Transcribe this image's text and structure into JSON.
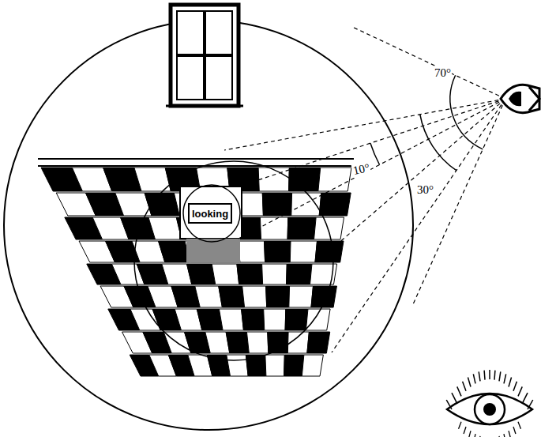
{
  "diagram": {
    "nodes": [
      {
        "text": [
          "looking"
        ]
      }
    ],
    "labels": [
      "70°",
      "10°",
      "30°"
    ]
  }
}
